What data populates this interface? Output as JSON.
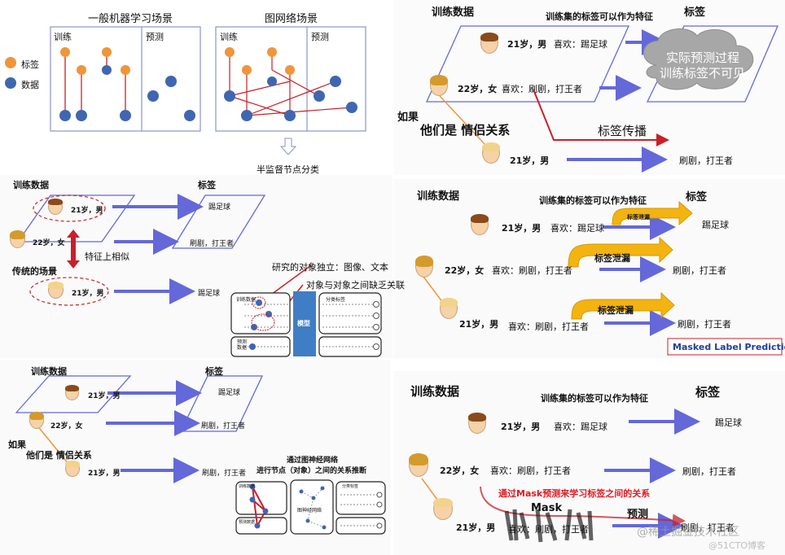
{
  "p1": {
    "title_left": "一般机器学习场景",
    "title_right": "图网络场景",
    "train": "训练",
    "predict": "预测",
    "legend_label": "标签",
    "legend_data": "数据",
    "arrow_caption": "半监督节点分类"
  },
  "p2": {
    "train_data": "训练数据",
    "label": "标签",
    "p1_info": "21岁，男",
    "p2_info": "22岁，女",
    "p3_info": "21岁，男",
    "lbl_soccer": "踢足球",
    "lbl_tv": "刷剧，打王者",
    "feature_similar": "特征上相似",
    "traditional": "传统的场景",
    "note1": "研究的对象独立：图像、文本",
    "note2": "对象与对象之间缺乏关联",
    "mini_train": "训练数据",
    "mini_pred": "预测\n数据",
    "mini_model": "模型",
    "mini_class": "分类标签"
  },
  "p3": {
    "train_data": "训练数据",
    "label": "标签",
    "p1_info": "21岁，男",
    "p2_info": "22岁，女",
    "p3_info": "21岁，男",
    "lbl_soccer": "踢足球",
    "lbl_tv1": "刷剧，打王者",
    "lbl_tv2": "刷剧，打王者",
    "if": "如果",
    "couple": "他们是  情侣关系",
    "gnn_note1": "通过图神经网络",
    "gnn_note2": "进行节点（对象）之间的关系推断",
    "mini_train": "训练数据",
    "mini_pred": "预测数据",
    "mini_gnn": "图神经网络",
    "mini_class": "分类标签"
  },
  "p4": {
    "train_data": "训练数据",
    "feature_note": "训练集的标签可以作为特征",
    "label": "标签",
    "p1_info": "21岁，男",
    "p1_hobby": "喜欢：踢足球",
    "p2_info": "22岁，女",
    "p2_hobby": "喜欢：刷剧，打王者",
    "if": "如果",
    "couple": "他们是  情侣关系",
    "propagate": "标签传播",
    "cloud1": "实际预测过程",
    "cloud2": "训练标签不可见",
    "p3_info": "21岁，男",
    "p3_label": "刷剧，打王者"
  },
  "p5": {
    "train_data": "训练数据",
    "feature_note": "训练集的标签可以作为特征",
    "label": "标签",
    "p1_info": "21岁，男",
    "p1_hobby": "喜欢：踢足球",
    "p1_label": "踢足球",
    "p2_info": "22岁，女",
    "p2_hobby": "喜欢：刷剧，打王者",
    "p2_label": "刷剧，打王者",
    "p3_info": "21岁，男",
    "p3_hobby": "喜欢：刷剧，打王者",
    "p3_label": "刷剧，打王者",
    "leak": "标签泄漏",
    "badge": "Masked Label Prediction"
  },
  "p6": {
    "train_data": "训练数据",
    "feature_note": "训练集的标签可以作为特征",
    "label": "标签",
    "p1_info": "21岁，男",
    "p1_hobby": "喜欢：踢足球",
    "p1_label": "踢足球",
    "p2_info": "22岁，女",
    "p2_hobby": "喜欢：刷剧，打王者",
    "p2_label": "刷剧，打王者",
    "p3_info": "21岁，男",
    "p3_hobby": "喜欢：刷剧，打王者",
    "p3_label": "刷剧，打王者",
    "mask_note": "通过Mask预测来学习标签之间的关系",
    "mask": "Mask",
    "predict": "预测",
    "watermark": "@稀土掘金技术社区",
    "watermark2": "@51CTO博客"
  },
  "colors": {
    "orange": "#f0953a",
    "blue": "#3f66b0",
    "arrow": "#6468d9",
    "red": "#c8202a",
    "gold": "#f3b311"
  }
}
